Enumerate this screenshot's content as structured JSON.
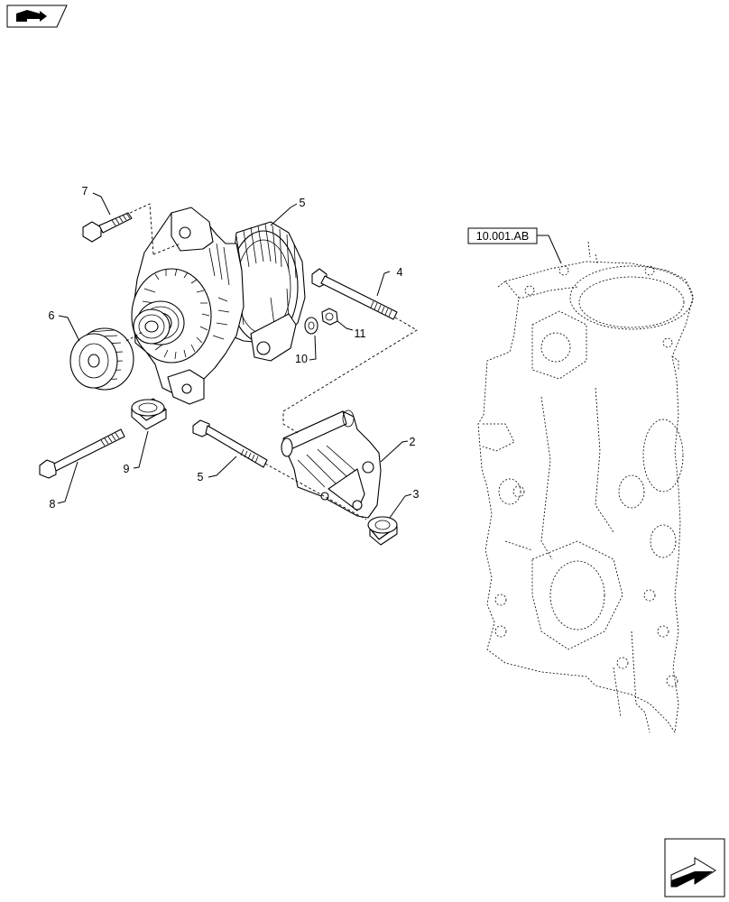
{
  "diagram": {
    "callouts": {
      "c2": "2",
      "c3": "3",
      "c4": "4",
      "c5a": "5",
      "c5b": "5",
      "c6": "6",
      "c7": "7",
      "c8": "8",
      "c9": "9",
      "c10": "10",
      "c11": "11"
    },
    "reference": "10.001.AB"
  },
  "icons": {
    "top_nav": "previous-page-icon",
    "bottom_nav": "next-page-icon"
  }
}
